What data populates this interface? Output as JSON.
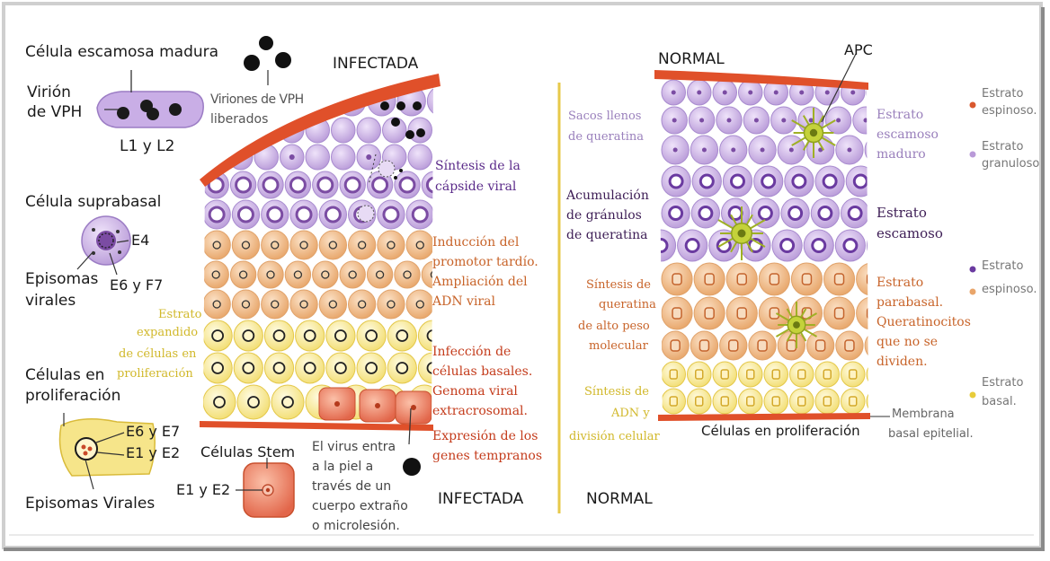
{
  "colors": {
    "purple": "#b99ad8",
    "purple_dark": "#5b2b8a",
    "orange": "#e9a56a",
    "orange_dark": "#c4632c",
    "yellow": "#f6e78a",
    "yellow_dark": "#d5b82f",
    "red_band": "#e0502a",
    "stem": "#e57a57",
    "apc_green": "#b2c230",
    "text_dark": "#1a1a1a",
    "text_purple": "#7a5a98",
    "text_orange": "#c8642a",
    "text_yellow": "#d1b82a",
    "text_red": "#c43c1c",
    "text_grey": "#666666"
  },
  "left_panel": {
    "celula_escamosa": "Célula escamosa madura",
    "virion": "Virión",
    "de_vph": "de VPH",
    "l1l2": "L1 y L2",
    "suprabasal": "Célula suprabasal",
    "e4": "E4",
    "episomas": "Episomas",
    "virales": "virales",
    "e6f7": "E6 y F7",
    "celulas_en": "Células en",
    "proliferacion": "proliferación",
    "e6e7": "E6 y E7",
    "e1e2": "E1 y E2",
    "episomas_virales": "Episomas Virales"
  },
  "infected": {
    "title_top": "INFECTADA",
    "title_bottom": "INFECTADA",
    "viriones_1": "Viriones de VPH",
    "viriones_2": "liberados",
    "capside_1": "Síntesis de la",
    "capside_2": "cápside viral",
    "induccion_1": "Inducción del",
    "induccion_2": "promotor tardío.",
    "induccion_3": "Ampliación del",
    "induccion_4": "ADN viral",
    "infeccion_1": "Infección de",
    "infeccion_2": "células basales.",
    "infeccion_3": "Genoma viral",
    "infeccion_4": "extracrosomal.",
    "expresion_1": "Expresión de los",
    "expresion_2": "genes tempranos",
    "estrato_1": "Estrato",
    "estrato_2": "expandido",
    "estrato_3": "de células en",
    "estrato_4": "proliferación",
    "stem_title": "Células Stem",
    "stem_e1e2": "E1 y E2",
    "virus_1": "El virus entra",
    "virus_2": "a la piel a",
    "virus_3": "través de un",
    "virus_4": "cuerpo extraño",
    "virus_5": "o microlesión."
  },
  "normal": {
    "title_top": "NORMAL",
    "title_bottom": "NORMAL",
    "apc": "APC",
    "sacos_1": "Sacos llenos",
    "sacos_2": "de queratina",
    "acum_1": "Acumulación",
    "acum_2": "de gránulos",
    "acum_3": "de queratina",
    "sint_q_1": "Síntesis de",
    "sint_q_2": "queratina",
    "sint_q_3": "de alto peso",
    "sint_q_4": "molecular",
    "sint_adn_1": "Síntesis de",
    "sint_adn_2": "ADN y",
    "sint_adn_3": "división celular",
    "proliferacion": "Células en proliferación",
    "escamoso_maduro_1": "Estrato",
    "escamoso_maduro_2": "escamoso",
    "escamoso_maduro_3": "maduro",
    "escamoso_1": "Estrato",
    "escamoso_2": "escamoso",
    "parabasal_1": "Estrato",
    "parabasal_2": "parabasal.",
    "parabasal_3": "Queratinocitos",
    "parabasal_4": "que no se",
    "parabasal_5": "dividen.",
    "membrana_1": "Membrana",
    "membrana_2": "basal epitelial."
  },
  "legend": {
    "espinoso_1a": "Estrato",
    "espinoso_1b": "espinoso.",
    "granuloso_a": "Estrato",
    "granuloso_b": "granuloso",
    "espinoso_2a": "Estrato",
    "espinoso_2b": "espinoso.",
    "basal_a": "Estrato",
    "basal_b": "basal."
  }
}
